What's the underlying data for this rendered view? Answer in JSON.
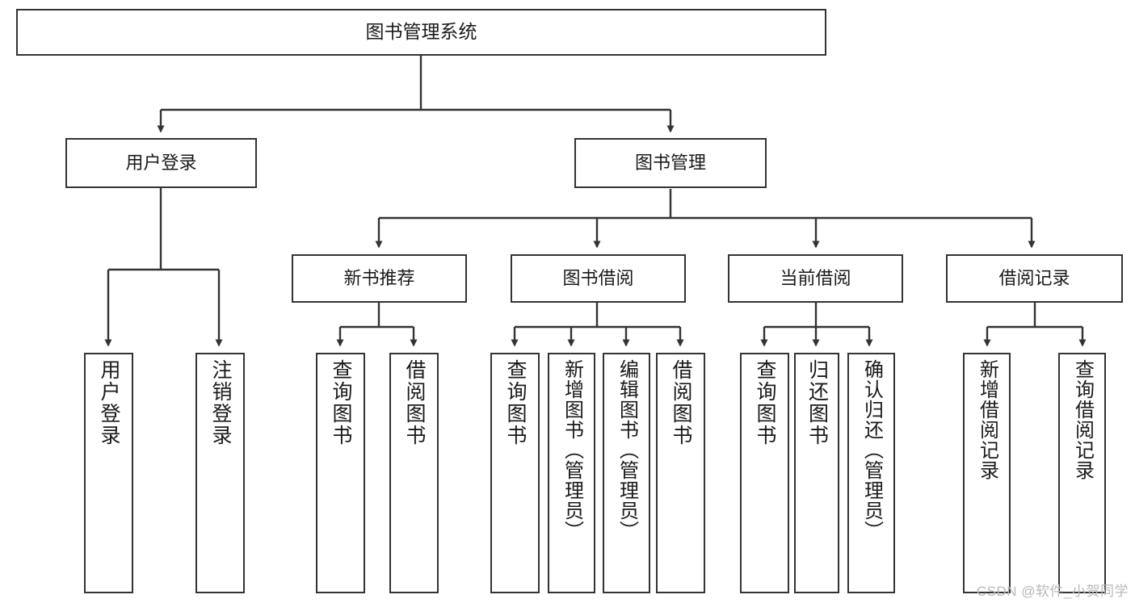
{
  "diagram": {
    "type": "tree",
    "title": "图书管理系统",
    "colors": {
      "box_border": "#333333",
      "box_fill": "#ffffff",
      "edge": "#333333",
      "text": "#1a1a1a",
      "watermark": "#b8b8b8",
      "background": "#ffffff"
    },
    "root": {
      "label": "图书管理系统"
    },
    "level2": [
      {
        "label": "用户登录"
      },
      {
        "label": "图书管理"
      }
    ],
    "level3": [
      {
        "label": "新书推荐"
      },
      {
        "label": "图书借阅"
      },
      {
        "label": "当前借阅"
      },
      {
        "label": "借阅记录"
      }
    ],
    "leaves": {
      "user_login": [
        {
          "label": "用户登录"
        },
        {
          "label": "注销登录"
        }
      ],
      "new_book_recommend": [
        {
          "label": "查询图书"
        },
        {
          "label": "借阅图书"
        }
      ],
      "book_borrow": [
        {
          "label": "查询图书"
        },
        {
          "label": "新增图书（管理员）"
        },
        {
          "label": "编辑图书（管理员）"
        },
        {
          "label": "借阅图书"
        }
      ],
      "current_borrow": [
        {
          "label": "查询图书"
        },
        {
          "label": "归还图书"
        },
        {
          "label": "确认归还（管理员）"
        }
      ],
      "borrow_record": [
        {
          "label": "新增借阅记录"
        },
        {
          "label": "查询借阅记录"
        }
      ]
    }
  },
  "watermark": {
    "text": "CSDN @软件_小贺同学"
  }
}
